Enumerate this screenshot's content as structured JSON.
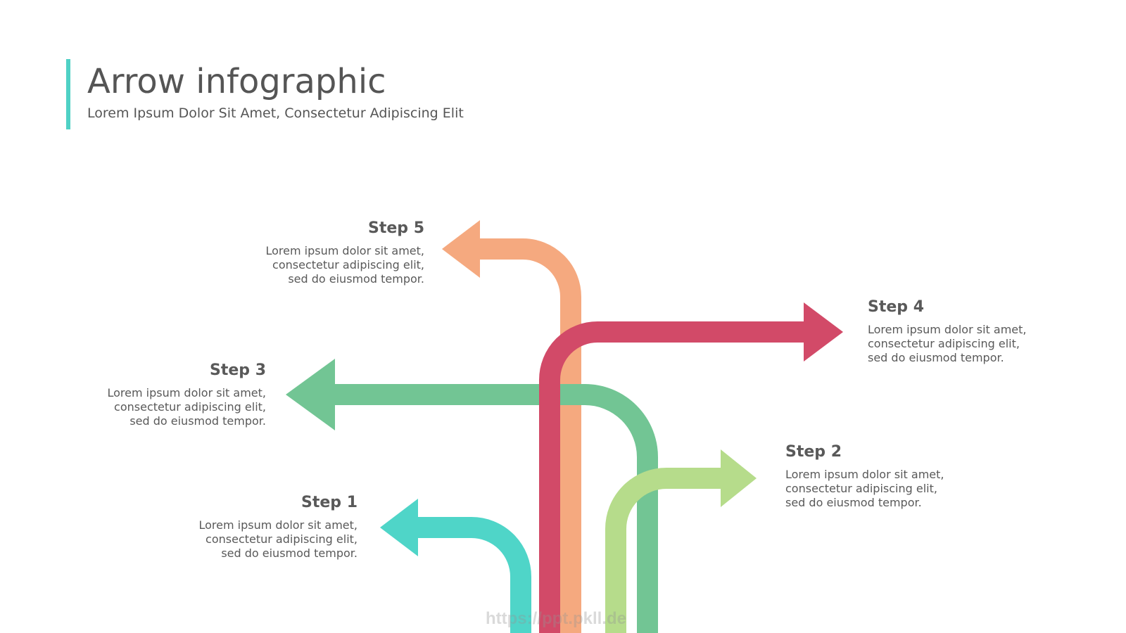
{
  "header": {
    "title": "Arrow infographic",
    "subtitle": "Lorem Ipsum Dolor Sit Amet, Consectetur Adipiscing Elit"
  },
  "colors": {
    "accent": "#4fd1c5",
    "step1": "#4fd5c8",
    "step2": "#b6dc8b",
    "step3": "#72c594",
    "step4": "#d24a68",
    "step5": "#f5a97f",
    "text": "#595959"
  },
  "steps": [
    {
      "label": "Step 1",
      "desc_line1": "Lorem ipsum dolor sit amet,",
      "desc_line2": "consectetur adipiscing elit,",
      "desc_line3": "sed do eiusmod tempor."
    },
    {
      "label": "Step 2",
      "desc_line1": "Lorem ipsum dolor sit amet,",
      "desc_line2": "consectetur adipiscing elit,",
      "desc_line3": "sed do eiusmod tempor."
    },
    {
      "label": "Step 3",
      "desc_line1": "Lorem ipsum dolor sit amet,",
      "desc_line2": "consectetur adipiscing elit,",
      "desc_line3": "sed do eiusmod tempor."
    },
    {
      "label": "Step 4",
      "desc_line1": "Lorem ipsum dolor sit amet,",
      "desc_line2": "consectetur adipiscing elit,",
      "desc_line3": "sed do eiusmod tempor."
    },
    {
      "label": "Step 5",
      "desc_line1": "Lorem ipsum dolor sit amet,",
      "desc_line2": "consectetur adipiscing elit,",
      "desc_line3": "sed do eiusmod tempor."
    }
  ],
  "watermark": "https://ppt.pkll.de"
}
